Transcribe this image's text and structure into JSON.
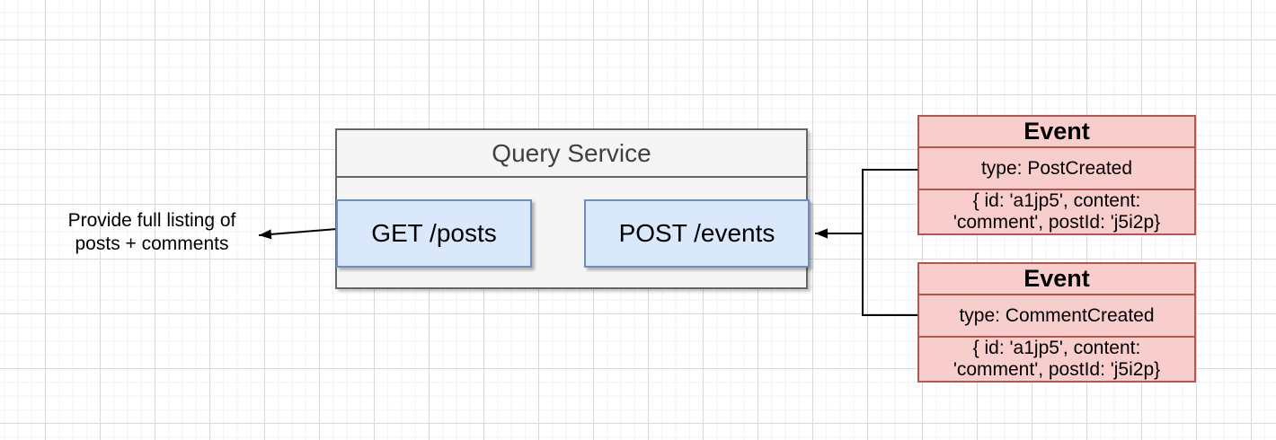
{
  "diagram": {
    "query_service": {
      "title": "Query Service",
      "endpoints": [
        {
          "label": "GET /posts"
        },
        {
          "label": "POST /events"
        }
      ]
    },
    "annotation": {
      "line1": "Provide full listing of",
      "line2": "posts + comments"
    },
    "events": [
      {
        "title": "Event",
        "type": "type: PostCreated",
        "payload": [
          "{ id: 'a1jp5', content:",
          "'comment', postId: 'j5i2p}"
        ]
      },
      {
        "title": "Event",
        "type": "type: CommentCreated",
        "payload": [
          "{ id: 'a1jp5', content:",
          "'comment', postId: 'j5i2p}"
        ]
      }
    ],
    "colors": {
      "event_fill": "#f8cecc",
      "event_border": "#b85450",
      "endpoint_fill": "#dae8fc",
      "endpoint_border": "#6c8ebf",
      "container_fill": "#f5f5f5",
      "container_border": "#666666",
      "container_title_text": "#404040",
      "connector": "#000000"
    }
  }
}
